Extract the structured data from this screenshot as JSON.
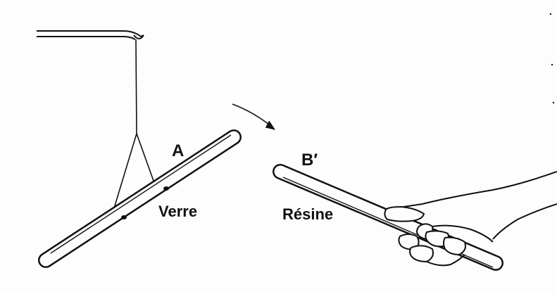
{
  "labels": {
    "rod_a": "A",
    "rod_b": "B′",
    "glass": "Verre",
    "resin": "Résine"
  },
  "colors": {
    "ink": "#111111",
    "paper": "#fdfdfd"
  }
}
